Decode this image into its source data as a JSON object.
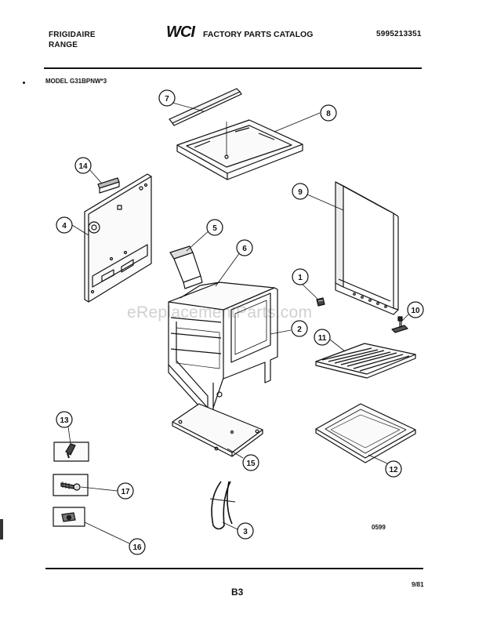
{
  "header": {
    "brand_line1": "FRIGIDAIRE",
    "brand_line2": "RANGE",
    "logo_text": "WCI",
    "catalog_title": "FACTORY PARTS CATALOG",
    "catalog_number": "5995213351",
    "model": "MODEL G31BPNW*3"
  },
  "diagram": {
    "callouts": [
      "7",
      "8",
      "14",
      "4",
      "9",
      "5",
      "6",
      "1",
      "2",
      "10",
      "11",
      "13",
      "15",
      "12",
      "17",
      "3",
      "16"
    ],
    "drawing_code": "0599"
  },
  "watermark": "eReplacementParts.com",
  "footer": {
    "page": "B3",
    "date": "9/81"
  }
}
